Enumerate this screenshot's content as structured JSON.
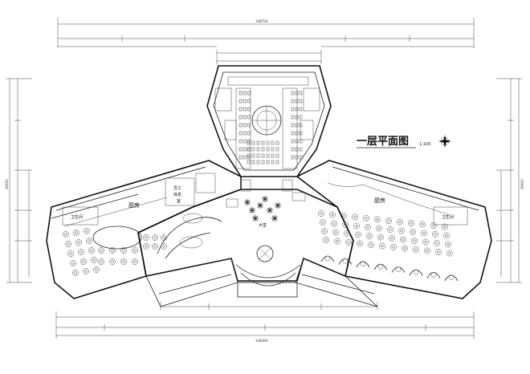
{
  "plan": {
    "title": "一层平面图",
    "scale": "1:100",
    "rooms": {
      "kitchen_left": "厨房",
      "kitchen_right": "厨房",
      "toilet_left": "卫生间",
      "toilet_right": "卫生间",
      "staff_rest_1": "员工",
      "staff_rest_2": "休息",
      "staff_rest_3": "室",
      "lobby": "大堂"
    },
    "dimensions": {
      "top_overall": "148750",
      "bottom_overall": "148260",
      "left_overall": "30910",
      "right_overall": "30910"
    },
    "icons": [
      "north-arrow-icon"
    ]
  }
}
